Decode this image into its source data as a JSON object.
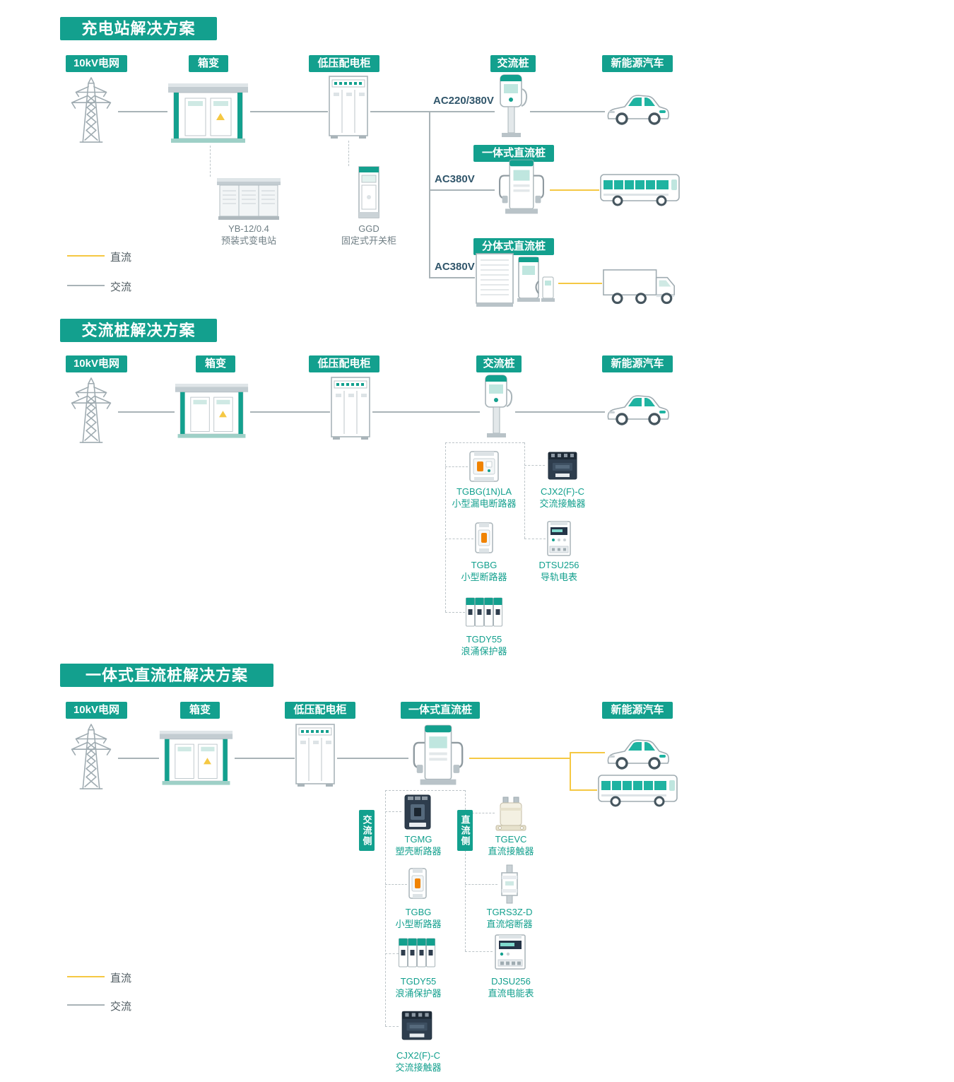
{
  "palette": {
    "teal": "#13A08E",
    "dc_yellow": "#F5C843",
    "ac_gray": "#A9B3B7",
    "component_navy": "#2E3D4D",
    "caption_teal": "#13A08E"
  },
  "section1": {
    "title": "充电站解决方案",
    "nodes": {
      "grid": "10kV电网",
      "transformer": "箱变",
      "lv_cabinet": "低压配电柜",
      "ac_pile": "交流桩",
      "vehicle": "新能源汽车"
    },
    "branch_labels": {
      "b1": "AC220/380V",
      "b2": "AC380V",
      "b3": "AC380V"
    },
    "badges": {
      "integrated_dc": "一体式直流桩",
      "split_dc": "分体式直流桩"
    },
    "captions": {
      "substation_model": "YB-12/0.4",
      "substation_name": "预装式变电站",
      "switchgear_model": "GGD",
      "switchgear_name": "固定式开关柜"
    },
    "legend": {
      "dc": "直流",
      "ac": "交流"
    }
  },
  "section2": {
    "title": "交流桩解决方案",
    "nodes": {
      "grid": "10kV电网",
      "transformer": "箱变",
      "lv_cabinet": "低压配电柜",
      "ac_pile": "交流桩",
      "vehicle": "新能源汽车"
    },
    "components": [
      {
        "model": "TGBG(1N)LA",
        "name": "小型漏电断路器"
      },
      {
        "model": "CJX2(F)-C",
        "name": "交流接触器"
      },
      {
        "model": "TGBG",
        "name": "小型断路器"
      },
      {
        "model": "DTSU256",
        "name": "导轨电表"
      },
      {
        "model": "TGDY55",
        "name": "浪涌保护器"
      }
    ]
  },
  "section3": {
    "title": "一体式直流桩解决方案",
    "nodes": {
      "grid": "10kV电网",
      "transformer": "箱变",
      "lv_cabinet": "低压配电柜",
      "dc_pile": "一体式直流桩",
      "vehicle": "新能源汽车"
    },
    "side_labels": {
      "ac_side": "交流侧",
      "dc_side": "直流侧"
    },
    "components_ac": [
      {
        "model": "TGMG",
        "name": "塑壳断路器"
      },
      {
        "model": "TGBG",
        "name": "小型断路器"
      },
      {
        "model": "TGDY55",
        "name": "浪涌保护器"
      },
      {
        "model": "CJX2(F)-C",
        "name": "交流接触器"
      }
    ],
    "components_dc": [
      {
        "model": "TGEVC",
        "name": "直流接触器"
      },
      {
        "model": "TGRS3Z-D",
        "name": "直流熔断器"
      },
      {
        "model": "DJSU256",
        "name": "直流电能表"
      }
    ],
    "legend": {
      "dc": "直流",
      "ac": "交流"
    }
  }
}
